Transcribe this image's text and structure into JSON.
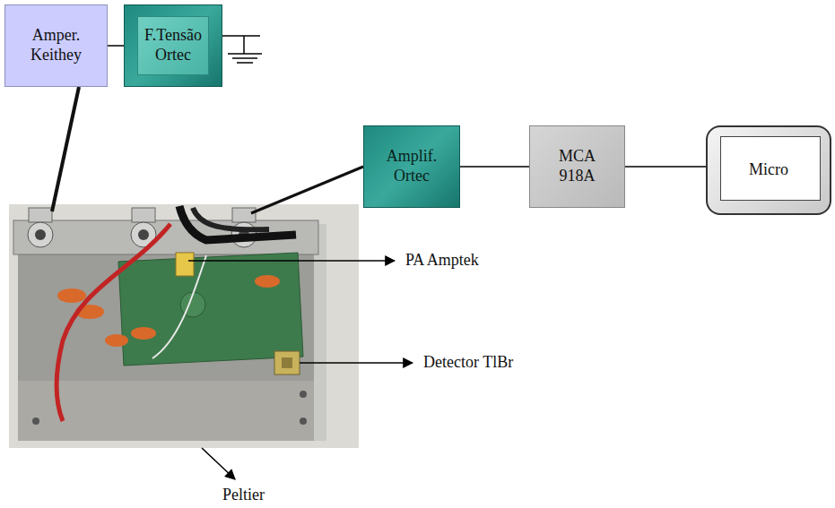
{
  "diagram": {
    "nodes": [
      {
        "text": [
          "Amper. Keithey"
        ]
      },
      {
        "text": [
          "F.Tensão Ortec"
        ]
      },
      {
        "text": [
          "Amplif. Ortec"
        ]
      },
      {
        "text": [
          "MCA 918A"
        ]
      },
      {
        "text": [
          "Micro"
        ]
      }
    ],
    "edges": [
      {
        "from": 0,
        "to": 1,
        "arrow": "none"
      },
      {
        "from": 2,
        "to": 3,
        "arrow": "none"
      },
      {
        "from": 3,
        "to": 4,
        "arrow": "none"
      }
    ],
    "labels": [
      "PA Amptek",
      "Detector TlBr",
      "Peltier"
    ]
  }
}
